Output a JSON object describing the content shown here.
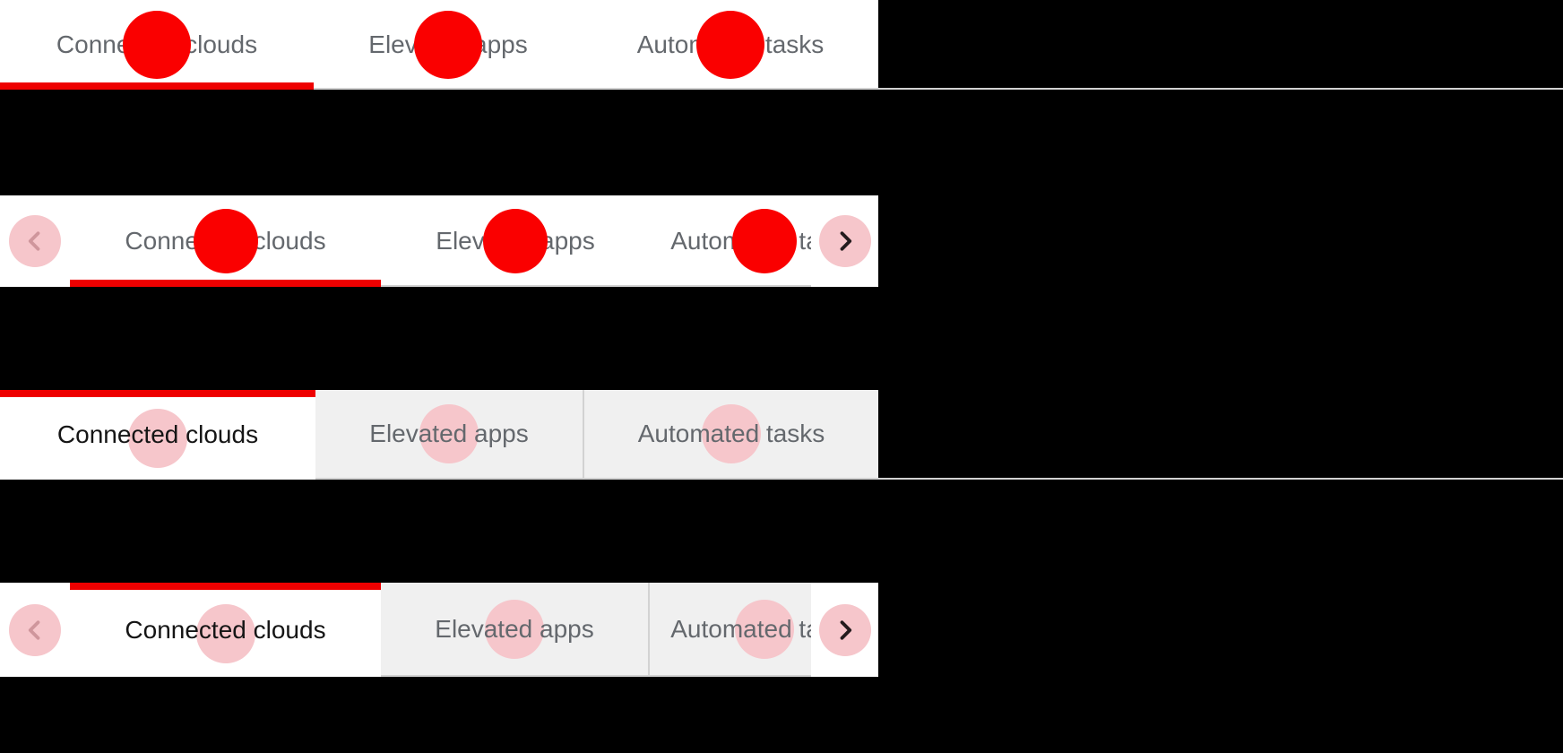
{
  "colors": {
    "page_background": "#000000",
    "accent_red": "#ee0000",
    "marker_red": "#fa0000",
    "marker_pink": "#f6c6cb",
    "tab_background_white": "#ffffff",
    "tab_background_gray": "#f0f0f0",
    "border_gray": "#d2d2d2",
    "text_dark": "#151515",
    "text_gray": "#64686d"
  },
  "sections": {
    "default_tabs": {
      "tabs": [
        {
          "label": "Connected clouds",
          "active": true
        },
        {
          "label": "Elevated apps",
          "active": false
        },
        {
          "label": "Automated tasks",
          "active": false
        }
      ]
    },
    "scrollable_tabs": {
      "scroll_left_icon": "angle-left-icon",
      "scroll_right_icon": "angle-right-icon",
      "tabs": [
        {
          "label": "Connected clouds",
          "active": true
        },
        {
          "label": "Elevated apps",
          "active": false
        },
        {
          "label": "Automated tasks",
          "active": false,
          "truncated": true
        }
      ]
    },
    "box_tabs": {
      "tabs": [
        {
          "label": "Connected clouds",
          "active": true
        },
        {
          "label": "Elevated apps",
          "active": false
        },
        {
          "label": "Automated tasks",
          "active": false
        }
      ]
    },
    "box_scrollable_tabs": {
      "scroll_left_icon": "angle-left-icon",
      "scroll_right_icon": "angle-right-icon",
      "tabs": [
        {
          "label": "Connected clouds",
          "active": true
        },
        {
          "label": "Elevated apps",
          "active": false
        },
        {
          "label": "Automated tasks",
          "active": false,
          "truncated": true
        }
      ]
    }
  }
}
